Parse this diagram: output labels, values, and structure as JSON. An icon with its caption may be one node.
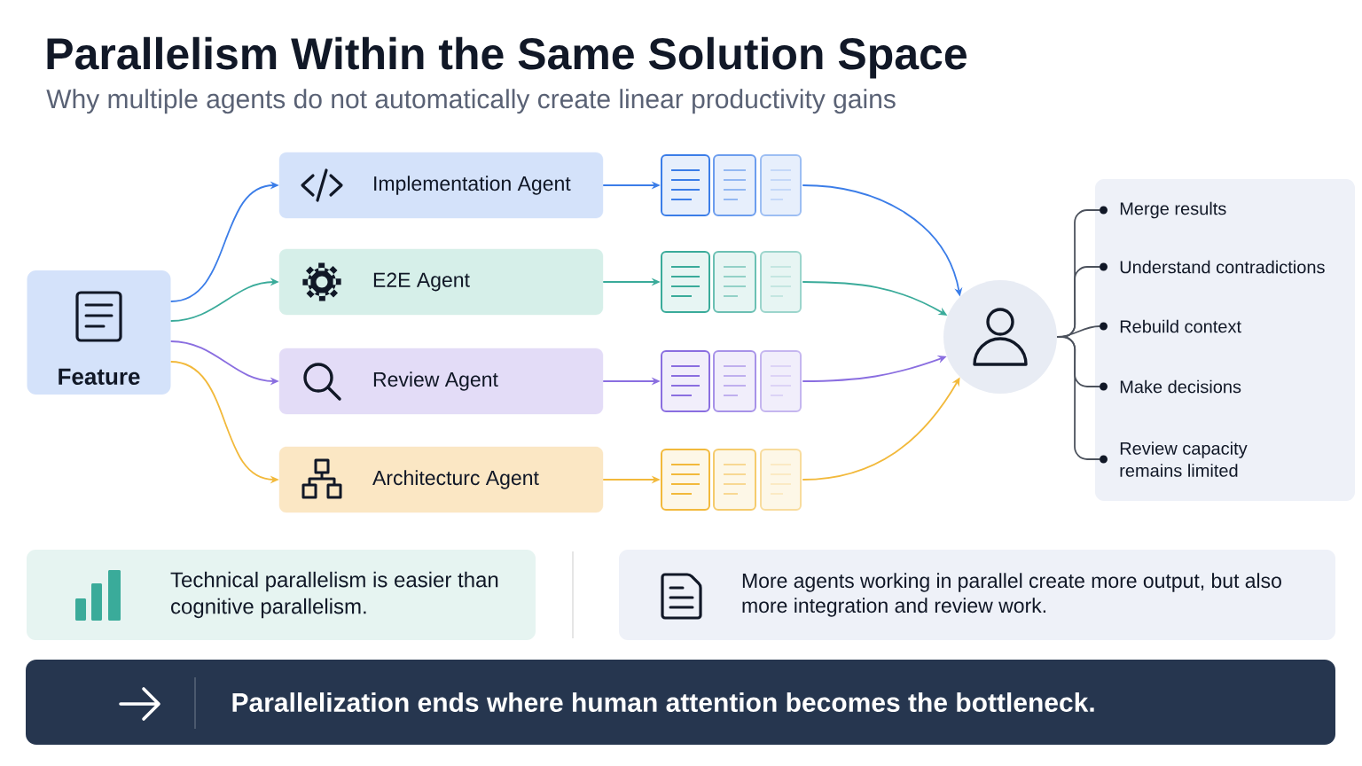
{
  "diagram": {
    "title": "Parallelism Within the Same Solution Space",
    "nodes": [
      {
        "text": [
          "Feature"
        ]
      },
      {
        "text": [
          "Implementation Agent"
        ]
      },
      {
        "text": [
          "E2E Agent"
        ]
      },
      {
        "text": [
          "Review Agent"
        ]
      },
      {
        "text": [
          "Architecturc Agent"
        ]
      },
      {
        "text": [],
        "shape": "document"
      },
      {
        "text": [],
        "shape": "document"
      },
      {
        "text": [],
        "shape": "document"
      },
      {
        "text": [],
        "shape": "document"
      },
      {
        "text": [],
        "shape": "circle"
      },
      {
        "text": [],
        "shape": "box"
      },
      {
        "text": [
          "Merge results"
        ],
        "in": 10
      },
      {
        "text": [
          "Understand contradictions"
        ],
        "in": 10
      },
      {
        "text": [
          "Rebuild context"
        ],
        "in": 10
      },
      {
        "text": [
          "Make decisions"
        ],
        "in": 10
      },
      {
        "text": [
          "Review capacity remains limited"
        ],
        "in": 10
      },
      {
        "text": [
          "Technical parallelism is easier than cognitive parallelism."
        ]
      },
      {
        "text": [
          "More agents working in parallel create more output, but also more integration and review work."
        ]
      },
      {
        "text": [
          "Parallelization ends where human attention becomes the bottleneck."
        ]
      }
    ],
    "edges": [
      {
        "from": 0,
        "to": 1,
        "arrow": "to",
        "color": "#3b7de8"
      },
      {
        "from": 0,
        "to": 2,
        "arrow": "to",
        "color": "#3aab9a"
      },
      {
        "from": 0,
        "to": 3,
        "arrow": "to",
        "color": "#8a6ee0"
      },
      {
        "from": 0,
        "to": 4,
        "arrow": "to",
        "color": "#f2b93b"
      },
      {
        "from": 1,
        "to": 5,
        "arrow": "to",
        "color": "#3b7de8"
      },
      {
        "from": 2,
        "to": 6,
        "arrow": "to",
        "color": "#3aab9a"
      },
      {
        "from": 3,
        "to": 7,
        "arrow": "to",
        "color": "#8a6ee0"
      },
      {
        "from": 4,
        "to": 8,
        "arrow": "to",
        "color": "#f2b93b"
      },
      {
        "from": 5,
        "to": 9,
        "arrow": "to",
        "color": "#3b7de8"
      },
      {
        "from": 6,
        "to": 9,
        "arrow": "to",
        "color": "#3aab9a"
      },
      {
        "from": 7,
        "to": 9,
        "arrow": "to",
        "color": "#8a6ee0"
      },
      {
        "from": 8,
        "to": 9,
        "arrow": "to",
        "color": "#f2b93b"
      },
      {
        "from": 9,
        "to": 11,
        "arrow": "none"
      },
      {
        "from": 9,
        "to": 12,
        "arrow": "none"
      },
      {
        "from": 9,
        "to": 13,
        "arrow": "none"
      },
      {
        "from": 9,
        "to": 14,
        "arrow": "none"
      },
      {
        "from": 9,
        "to": 15,
        "arrow": "none"
      }
    ],
    "labels": [
      "Why multiple agents do not automatically create linear productivity gains"
    ]
  }
}
